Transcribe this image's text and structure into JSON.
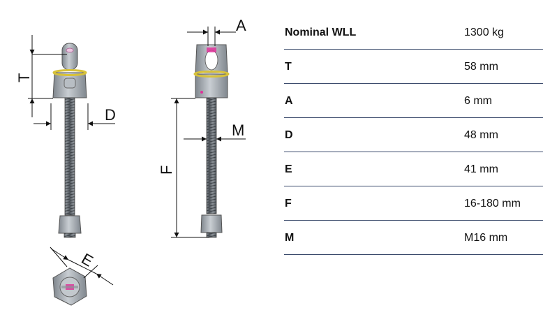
{
  "drawing": {
    "labels": {
      "T": "T",
      "D": "D",
      "A": "A",
      "F": "F",
      "M": "M",
      "E": "E"
    }
  },
  "specs": [
    {
      "label": "Nominal WLL",
      "value": "1300 kg"
    },
    {
      "label": "T",
      "value": "58 mm"
    },
    {
      "label": "A",
      "value": "6 mm"
    },
    {
      "label": "D",
      "value": "48 mm"
    },
    {
      "label": "E",
      "value": "41 mm"
    },
    {
      "label": "F",
      "value": "16-180 mm"
    },
    {
      "label": "M",
      "value": "M16 mm"
    }
  ],
  "colors": {
    "body_gray": "#9aa1a8",
    "thread_dark": "#6b7178",
    "collar_yellow": "#d8c23a",
    "marker_pink": "#e0329a",
    "table_rule": "#3a4a6b"
  }
}
